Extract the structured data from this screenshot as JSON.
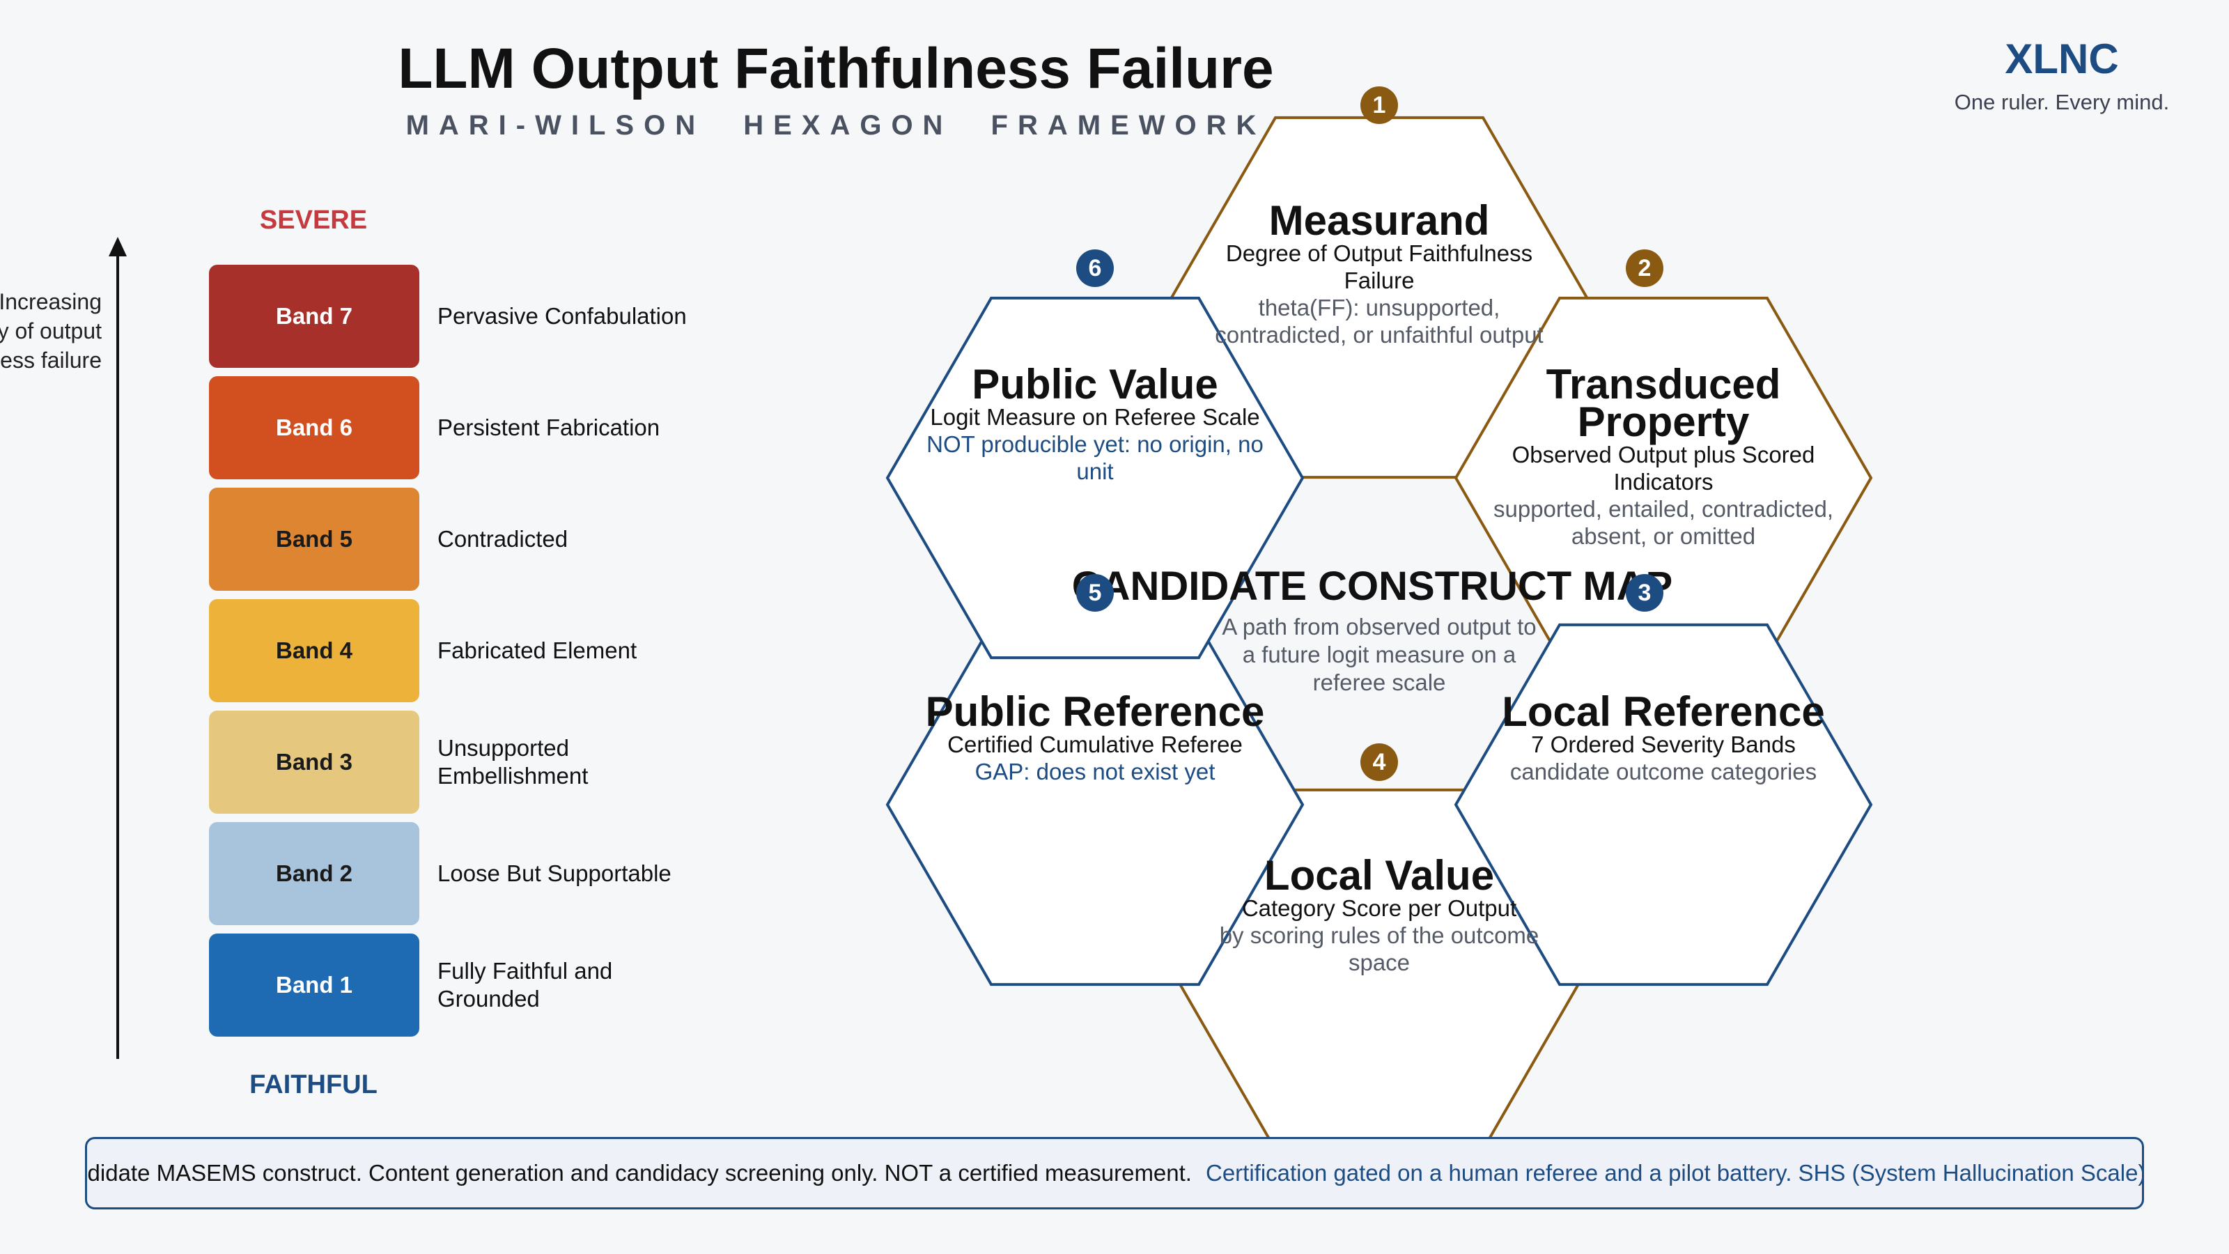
{
  "header": {
    "title": "LLM Output Faithfulness Failure",
    "subtitle": "MARI-WILSON HEXAGON FRAMEWORK"
  },
  "brand": {
    "name": "XLNC",
    "tagline": "One ruler. Every mind."
  },
  "scale": {
    "axis_label": "Increasing severity of output faithfulness failure",
    "top_label": "SEVERE",
    "bottom_label": "FAITHFUL",
    "bands": [
      {
        "label": "Band 7",
        "desc": "Pervasive Confabulation",
        "color": "#a8302a",
        "text_color": "#ffffff"
      },
      {
        "label": "Band 6",
        "desc": "Persistent Fabrication",
        "color": "#d2501f",
        "text_color": "#ffffff"
      },
      {
        "label": "Band 5",
        "desc": "Contradicted",
        "color": "#dd8531",
        "text_color": "#1a1a1a"
      },
      {
        "label": "Band 4",
        "desc": "Fabricated Element",
        "color": "#ecb23a",
        "text_color": "#1a1a1a"
      },
      {
        "label": "Band 3",
        "desc": "Unsupported Embellishment",
        "color": "#e6c77e",
        "text_color": "#1a1a1a"
      },
      {
        "label": "Band 2",
        "desc": "Loose But Supportable",
        "color": "#a8c3dc",
        "text_color": "#1a1a1a"
      },
      {
        "label": "Band 1",
        "desc": "Fully Faithful and Grounded",
        "color": "#1f6bb3",
        "text_color": "#ffffff"
      }
    ]
  },
  "hexagon": {
    "center_title": "CANDIDATE CONSTRUCT MAP",
    "center_sub": "A path from observed output to a future logit measure on a referee scale",
    "nodes": [
      {
        "num": "1",
        "heading": "Measurand",
        "desc": "Degree of Output Faithfulness Failure",
        "note": "theta(FF): unsupported, contradicted, or unfaithful output"
      },
      {
        "num": "2",
        "heading": "Transduced Property",
        "desc": "Observed Output plus Scored Indicators",
        "note": "supported, entailed, contradicted, absent, or omitted"
      },
      {
        "num": "3",
        "heading": "Local Reference",
        "desc": "7 Ordered Severity Bands",
        "note": "candidate outcome categories"
      },
      {
        "num": "4",
        "heading": "Local Value",
        "desc": "Category Score per Output",
        "note": "by scoring rules of the outcome space"
      },
      {
        "num": "5",
        "heading": "Public Reference",
        "desc": "Certified Cumulative Referee",
        "note": "GAP: does not exist yet"
      },
      {
        "num": "6",
        "heading": "Public Value",
        "desc": "Logit Measure on Referee Scale",
        "note": "NOT producible yet: no origin, no unit"
      }
    ],
    "colors": {
      "gold": "#8a5a12",
      "navy": "#1d4c83"
    }
  },
  "footer": {
    "text_a": "Candidate MASEMS construct. Content generation and candidacy screening only. NOT a certified measurement.",
    "text_b": "Certification gated on a human referee and a pilot battery. SHS (System Hallucination Scale) is the perceptual counterpart."
  }
}
